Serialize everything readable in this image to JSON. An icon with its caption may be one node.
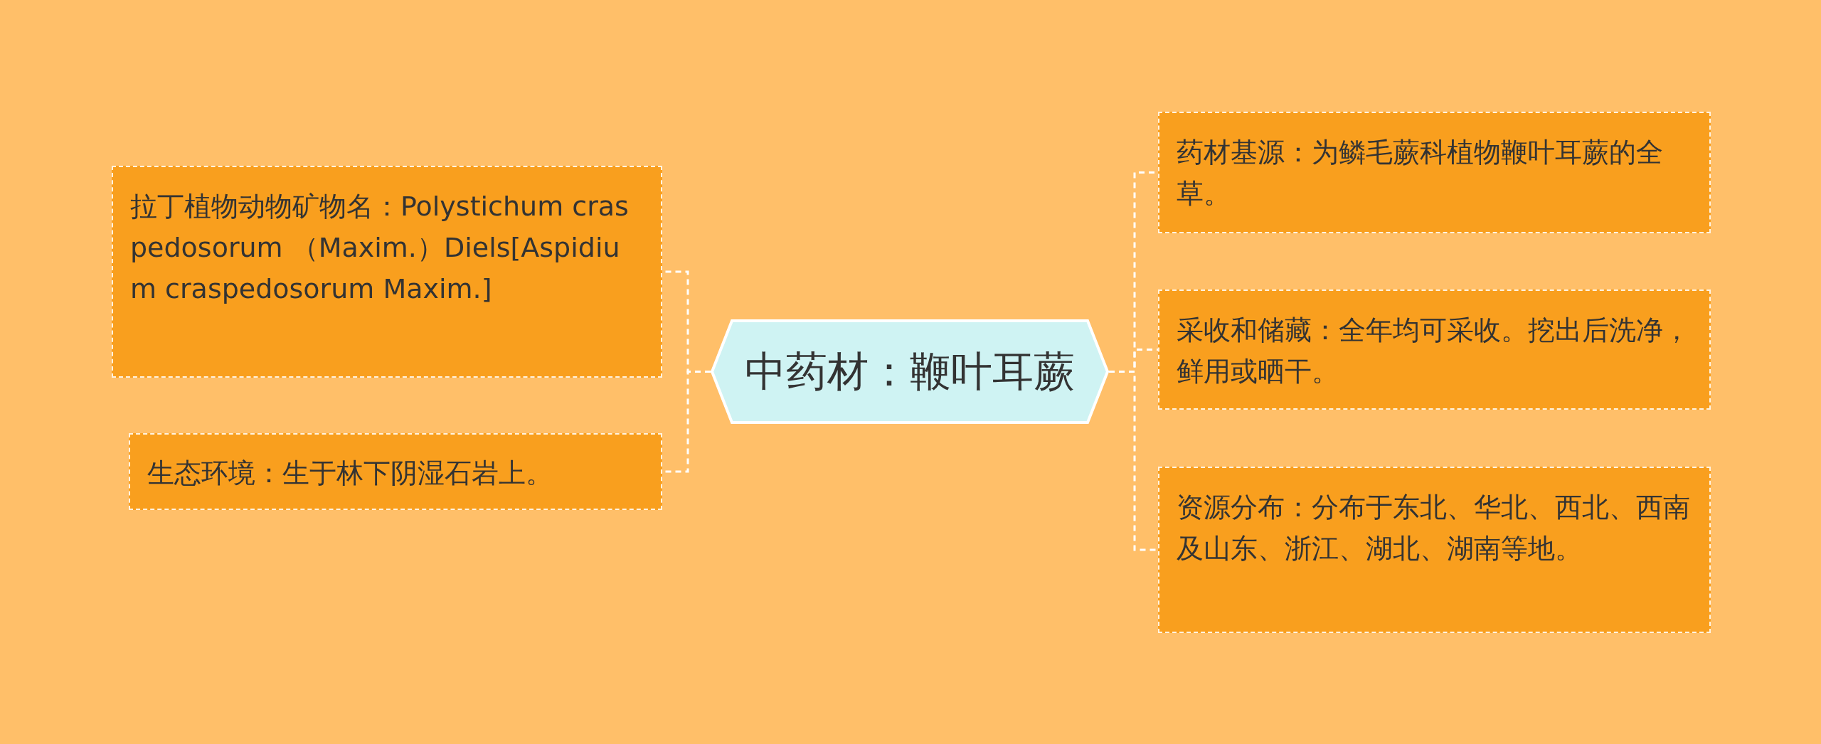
{
  "diagram": {
    "nodes": [
      {
        "text": [
          "中药材：鞭叶耳蕨"
        ]
      },
      {
        "text": [
          "拉丁植物动物矿物名：Polystichum craspedosorum （Maxim.）Diels[Aspidium craspedosorum Maxim.]"
        ]
      },
      {
        "text": [
          "生态环境：生于林下阴湿石岩上。"
        ]
      },
      {
        "text": [
          "药材基源：为鳞毛蕨科植物鞭叶耳蕨的全草。"
        ]
      },
      {
        "text": [
          "采收和储藏：全年均可采收。挖出后洗净，鲜用或晒干。"
        ]
      },
      {
        "text": [
          "资源分布：分布于东北、华北、西北、西南及山东、浙江、湖北、湖南等地。"
        ]
      }
    ],
    "edges": [
      {
        "from": 0,
        "to": 1,
        "arrow": "none",
        "style": "dashed"
      },
      {
        "from": 0,
        "to": 2,
        "arrow": "none",
        "style": "dashed"
      },
      {
        "from": 0,
        "to": 3,
        "arrow": "none",
        "style": "dashed"
      },
      {
        "from": 0,
        "to": 4,
        "arrow": "none",
        "style": "dashed"
      },
      {
        "from": 0,
        "to": 5,
        "arrow": "none",
        "style": "dashed"
      }
    ]
  }
}
